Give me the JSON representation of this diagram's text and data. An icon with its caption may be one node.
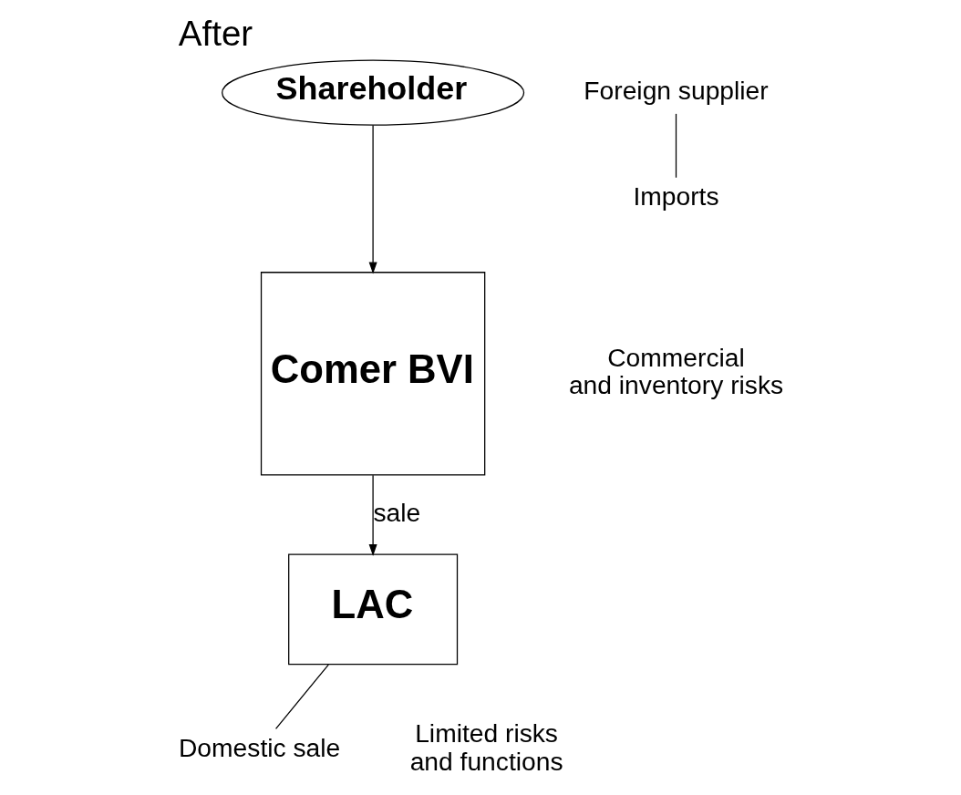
{
  "diagram": {
    "title": "After",
    "nodes": [
      {
        "text": [
          "Shareholder"
        ]
      },
      {
        "text": [
          "Comer BVI"
        ]
      },
      {
        "text": [
          "LAC"
        ]
      },
      {
        "text": [
          "Foreign supplier"
        ]
      },
      {
        "text": [
          "Imports"
        ]
      },
      {
        "text": [
          "Domestic sale"
        ]
      }
    ],
    "edges": [
      {
        "from": 0,
        "to": 1,
        "arrow": "to"
      },
      {
        "from": 1,
        "to": 2,
        "arrow": "to",
        "label": "sale"
      },
      {
        "from": 3,
        "to": 4,
        "arrow": "none"
      },
      {
        "from": 2,
        "to": 5,
        "arrow": "none"
      }
    ],
    "labels": [
      "Commercial and inventory risks",
      "Limited risks and functions"
    ]
  }
}
